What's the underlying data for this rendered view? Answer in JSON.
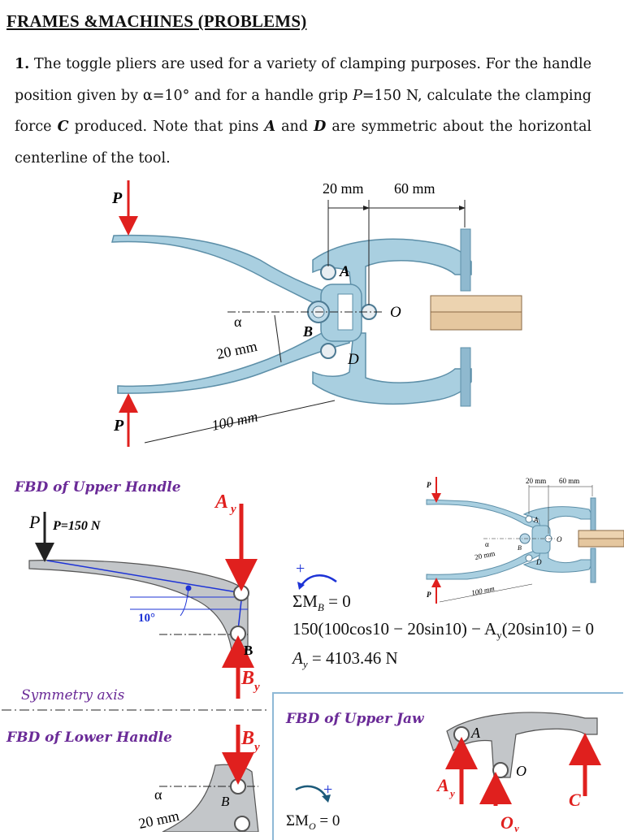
{
  "page_title": "FRAMES &MACHINES (PROBLEMS)",
  "problem": {
    "number": "1.",
    "seg1": " The toggle pliers are used for a variety of clamping purposes. For the handle position given by ",
    "alpha_eq": "α=10°",
    "seg2": " and for a handle grip ",
    "p_sym": "P",
    "seg3": "=150 N, calculate the clamping force ",
    "c_sym": "C",
    "seg4": " produced. Note that pins ",
    "a_sym": "A",
    "seg5": " and ",
    "d_sym": "D",
    "seg6": " are symmetric about the horizontal centerline of the tool."
  },
  "figure": {
    "dim_20mm": "20 mm",
    "dim_60mm": "60 mm",
    "dim_20mm_slant": "20 mm",
    "dim_100mm": "100 mm",
    "label_P_top": "P",
    "label_P_bottom": "P",
    "label_alpha": "α",
    "label_A": "A",
    "label_B": "B",
    "label_D": "D",
    "label_O": "O"
  },
  "fbd_upper_handle": {
    "title": "FBD of Upper Handle",
    "p_label": "P",
    "p_value": "P=150 N",
    "angle": "10°",
    "ay": "A",
    "ay_sub": "y",
    "b_label": "B",
    "by": "B",
    "by_sub": "y"
  },
  "symmetry_axis": "Symmetry axis",
  "fbd_lower_handle": {
    "title": "FBD of Lower Handle",
    "by": "B",
    "by_sub": "y",
    "alpha": "α",
    "b_label": "B",
    "dim": "20 mm"
  },
  "equations": {
    "sum_mb": "ΣM",
    "sum_mb_sub": "B",
    "sum_mb_rhs": " = 0",
    "line2": "150(100cos10 − 20sin10) − A",
    "line2_sub": "y",
    "line2_rhs": "(20sin10) = 0",
    "ay_lhs": "A",
    "ay_sub": "y",
    "ay_rhs": " = 4103.46 N"
  },
  "fbd_upper_jaw": {
    "title": "FBD of Upper Jaw",
    "a_label": "A",
    "o_label": "O",
    "ay": "A",
    "ay_sub": "y",
    "oy": "O",
    "oy_sub": "y",
    "c": "C",
    "sum_mo": "ΣM",
    "sum_mo_sub": "O",
    "sum_mo_rhs": " = 0",
    "plus": "+"
  },
  "small_figure": {
    "dim_20mm": "20 mm",
    "dim_60mm": "60 mm",
    "dim_20mm_slant": "20 mm",
    "dim_100mm": "100 mm",
    "label_P_top": "P",
    "label_P_bottom": "P",
    "label_alpha": "α",
    "label_A": "A",
    "label_B": "B",
    "label_D": "D",
    "label_O": "O"
  },
  "colors": {
    "tool_fill": "#a9cfe0",
    "tool_stroke": "#5d8fa8",
    "force_red": "#e0201e",
    "label_purple": "#6a2a97",
    "line_blue": "#1d33d6",
    "fbd_gray": "#c3c6c9"
  }
}
